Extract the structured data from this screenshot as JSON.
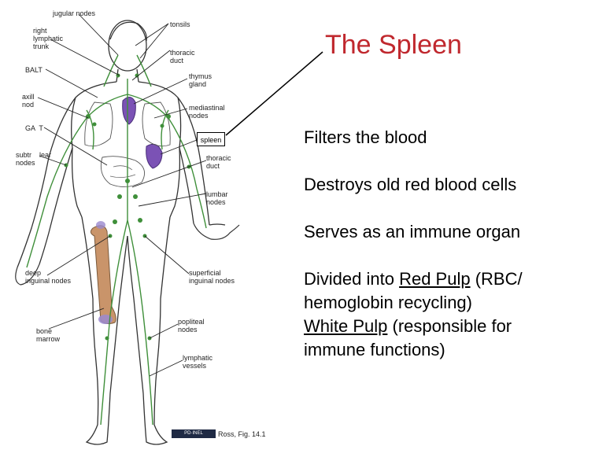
{
  "slide": {
    "title": "The Spleen",
    "bullets": {
      "b1": "Filters the blood",
      "b2": "Destroys old red blood cells",
      "b3": "Serves as an immune organ",
      "b4_pre": "Divided into ",
      "b4_red": "Red Pulp",
      "b4_mid": " (RBC/",
      "b4_line2": "hemoglobin recycling)",
      "b4_white": "White Pulp",
      "b4_post": " (responsible for",
      "b4_line4": "immune functions)"
    }
  },
  "figure": {
    "labels": {
      "jugular": "jugular nodes",
      "tonsils": "tonsils",
      "right_lymphatic": "right\nlymphatic\ntrunk",
      "thoracic_duct_top": "thoracic\nduct",
      "balt": "BALT",
      "thymus": "thymus\ngland",
      "axillary": "axill\nnod",
      "mediastinal": "mediastinal\nnodes",
      "galt": "GA  T",
      "spleen": "spleen",
      "subtrochlear": "subtr    lear\nnodes",
      "thoracic_duct_mid": "thoracic\nduct",
      "lumbar": "lumbar\nnodes",
      "deep_inguinal": "deep\ninguinal nodes",
      "superficial_inguinal": "superficial\ninguinal nodes",
      "bone_marrow": "bone\nmarrow",
      "popliteal": "popliteal\nnodes",
      "lymphatic_vessels": "lymphatic\nvessels"
    },
    "credit": "Ross, Fig. 14.1",
    "logo_text": "PD·INEL"
  },
  "colors": {
    "title": "#c0282e",
    "organ_purple": "#7b52b5",
    "bone": "#c9946a",
    "lymph_green": "#3f8f3a",
    "outline": "#333333"
  }
}
